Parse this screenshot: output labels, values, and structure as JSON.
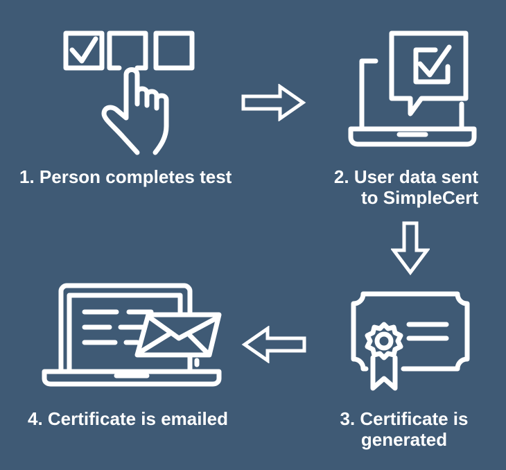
{
  "colors": {
    "background": "#3f5a75",
    "stroke": "#ffffff"
  },
  "steps": [
    {
      "line1": "1. Person completes test",
      "line2": "",
      "icon": "checkbox-hand-icon"
    },
    {
      "line1": "2. User data sent",
      "line2": "to SimpleCert",
      "icon": "laptop-checkmark-bubble-icon"
    },
    {
      "line1": "3. Certificate is",
      "line2": "generated",
      "icon": "certificate-seal-icon"
    },
    {
      "line1": "4. Certificate is emailed",
      "line2": "",
      "icon": "laptop-envelope-icon"
    }
  ],
  "arrows": [
    {
      "icon": "arrow-right-icon",
      "direction": "right"
    },
    {
      "icon": "arrow-down-icon",
      "direction": "down"
    },
    {
      "icon": "arrow-left-icon",
      "direction": "left"
    }
  ]
}
